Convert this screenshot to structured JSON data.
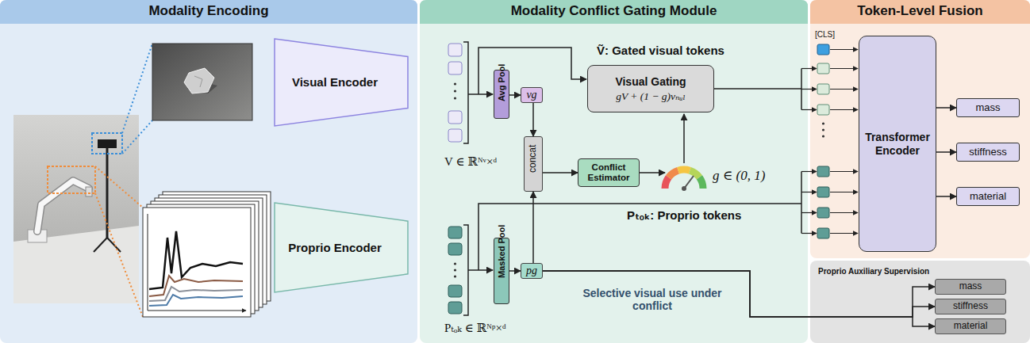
{
  "diagram": {
    "nodes": [
      {
        "text": [
          "Modality Encoding"
        ]
      },
      {
        "text": [
          "Modality Conflict Gating Module"
        ]
      },
      {
        "text": [
          "Token-Level Fusion"
        ]
      },
      {
        "text": [
          "Visual Encoder"
        ],
        "in": 0
      },
      {
        "text": [
          "Proprio Encoder"
        ],
        "in": 0
      },
      {
        "text": [
          "Avg Pool"
        ],
        "in": 1
      },
      {
        "text": [
          "vg"
        ],
        "in": 1
      },
      {
        "text": [
          "concat"
        ],
        "in": 1
      },
      {
        "text": [
          "Conflict Estimator"
        ],
        "in": 1
      },
      {
        "text": [
          "Visual Gating",
          "gV + (1 − g)vₙᵤₗ"
        ],
        "in": 1
      },
      {
        "text": [
          "Masked Pool"
        ],
        "in": 1
      },
      {
        "text": [
          "pg"
        ],
        "in": 1
      },
      {
        "text": [
          "Transformer Encoder"
        ],
        "in": 2
      },
      {
        "text": [
          "mass"
        ],
        "in": 2
      },
      {
        "text": [
          "stiffness"
        ],
        "in": 2
      },
      {
        "text": [
          "material"
        ],
        "in": 2
      },
      {
        "text": [
          "Proprio Auxiliary Supervision"
        ]
      },
      {
        "text": [
          "mass"
        ],
        "in": 16
      },
      {
        "text": [
          "stiffness"
        ],
        "in": 16
      },
      {
        "text": [
          "material"
        ],
        "in": 16
      }
    ],
    "edges": [
      {
        "from": 5,
        "to": 6,
        "arrow": "to"
      },
      {
        "from": 6,
        "to": 7,
        "arrow": "to"
      },
      {
        "from": 10,
        "to": 11,
        "arrow": "to"
      },
      {
        "from": 11,
        "to": 7,
        "arrow": "to"
      },
      {
        "from": 7,
        "to": 8,
        "arrow": "to"
      },
      {
        "from": 12,
        "to": 13,
        "arrow": "to"
      },
      {
        "from": 12,
        "to": 14,
        "arrow": "to"
      },
      {
        "from": 12,
        "to": 15,
        "arrow": "to"
      },
      {
        "from": 11,
        "to": 17,
        "arrow": "to"
      },
      {
        "from": 11,
        "to": 18,
        "arrow": "to"
      },
      {
        "from": 11,
        "to": 19,
        "arrow": "to"
      }
    ],
    "labels": [
      "[CLS]",
      "Ṽ: Gated visual tokens",
      "V ∈ ℝᴺᵛ×ᵈ",
      "g ∈ (0, 1)",
      "Pₜₒₖ: Proprio tokens",
      "Pₜₒₖ ∈ ℝᴺᵖ×ᵈ",
      "Selective visual use under conflict"
    ]
  }
}
